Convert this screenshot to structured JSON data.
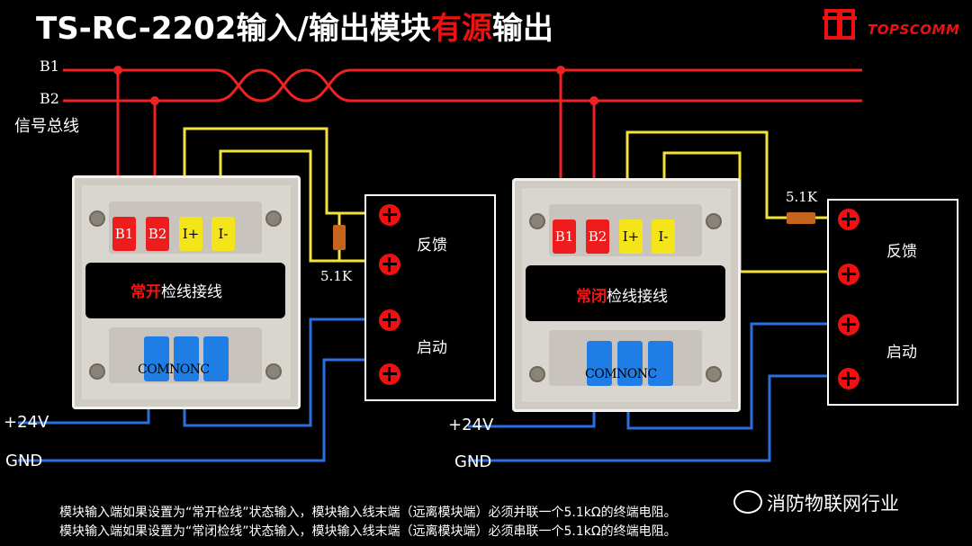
{
  "title": {
    "prefix": "TS-RC-2202输入/输出模块",
    "highlight": "有源",
    "suffix": "输出",
    "highlight_color": "#ee1111"
  },
  "logo": {
    "icon": "topscomm-logo-icon",
    "text": "TOPSCOMM"
  },
  "bus": {
    "b1": "B1",
    "b2": "B2",
    "caption": "信号总线"
  },
  "power": {
    "left": {
      "v24": "+24V",
      "gnd": "GND"
    },
    "right": {
      "v24": "+24V",
      "gnd": "GND"
    }
  },
  "modules": [
    {
      "terminals_top": [
        "B1",
        "B2",
        "I+",
        "I-"
      ],
      "caption_red": "常开",
      "caption_white": "检线接线",
      "terminals_bottom_label": "COMNONC"
    },
    {
      "terminals_top": [
        "B1",
        "B2",
        "I+",
        "I-"
      ],
      "caption_red": "常闭",
      "caption_white": "检线接线",
      "terminals_bottom_label": "COMNONC"
    }
  ],
  "resistors": {
    "left": "5.1K",
    "right": "5.1K"
  },
  "devices": [
    {
      "feedback": "反馈",
      "start": "启动"
    },
    {
      "feedback": "反馈",
      "start": "启动"
    }
  ],
  "notes": [
    "模块输入端如果设置为“常开检线”状态输入，模块输入线末端（远离模块端）必须并联一个5.1kΩ的终端电阻。",
    "模块输入端如果设置为“常闭检线”状态输入，模块输入线末端（远离模块端）必须串联一个5.1kΩ的终端电阻。"
  ],
  "watermark": {
    "icon": "wechat-icon",
    "text": "消防物联网行业"
  },
  "colors": {
    "red_wire": "#ee2222",
    "yellow_wire": "#f2e23a",
    "blue_wire": "#2a6fe0",
    "background": "#000000"
  }
}
